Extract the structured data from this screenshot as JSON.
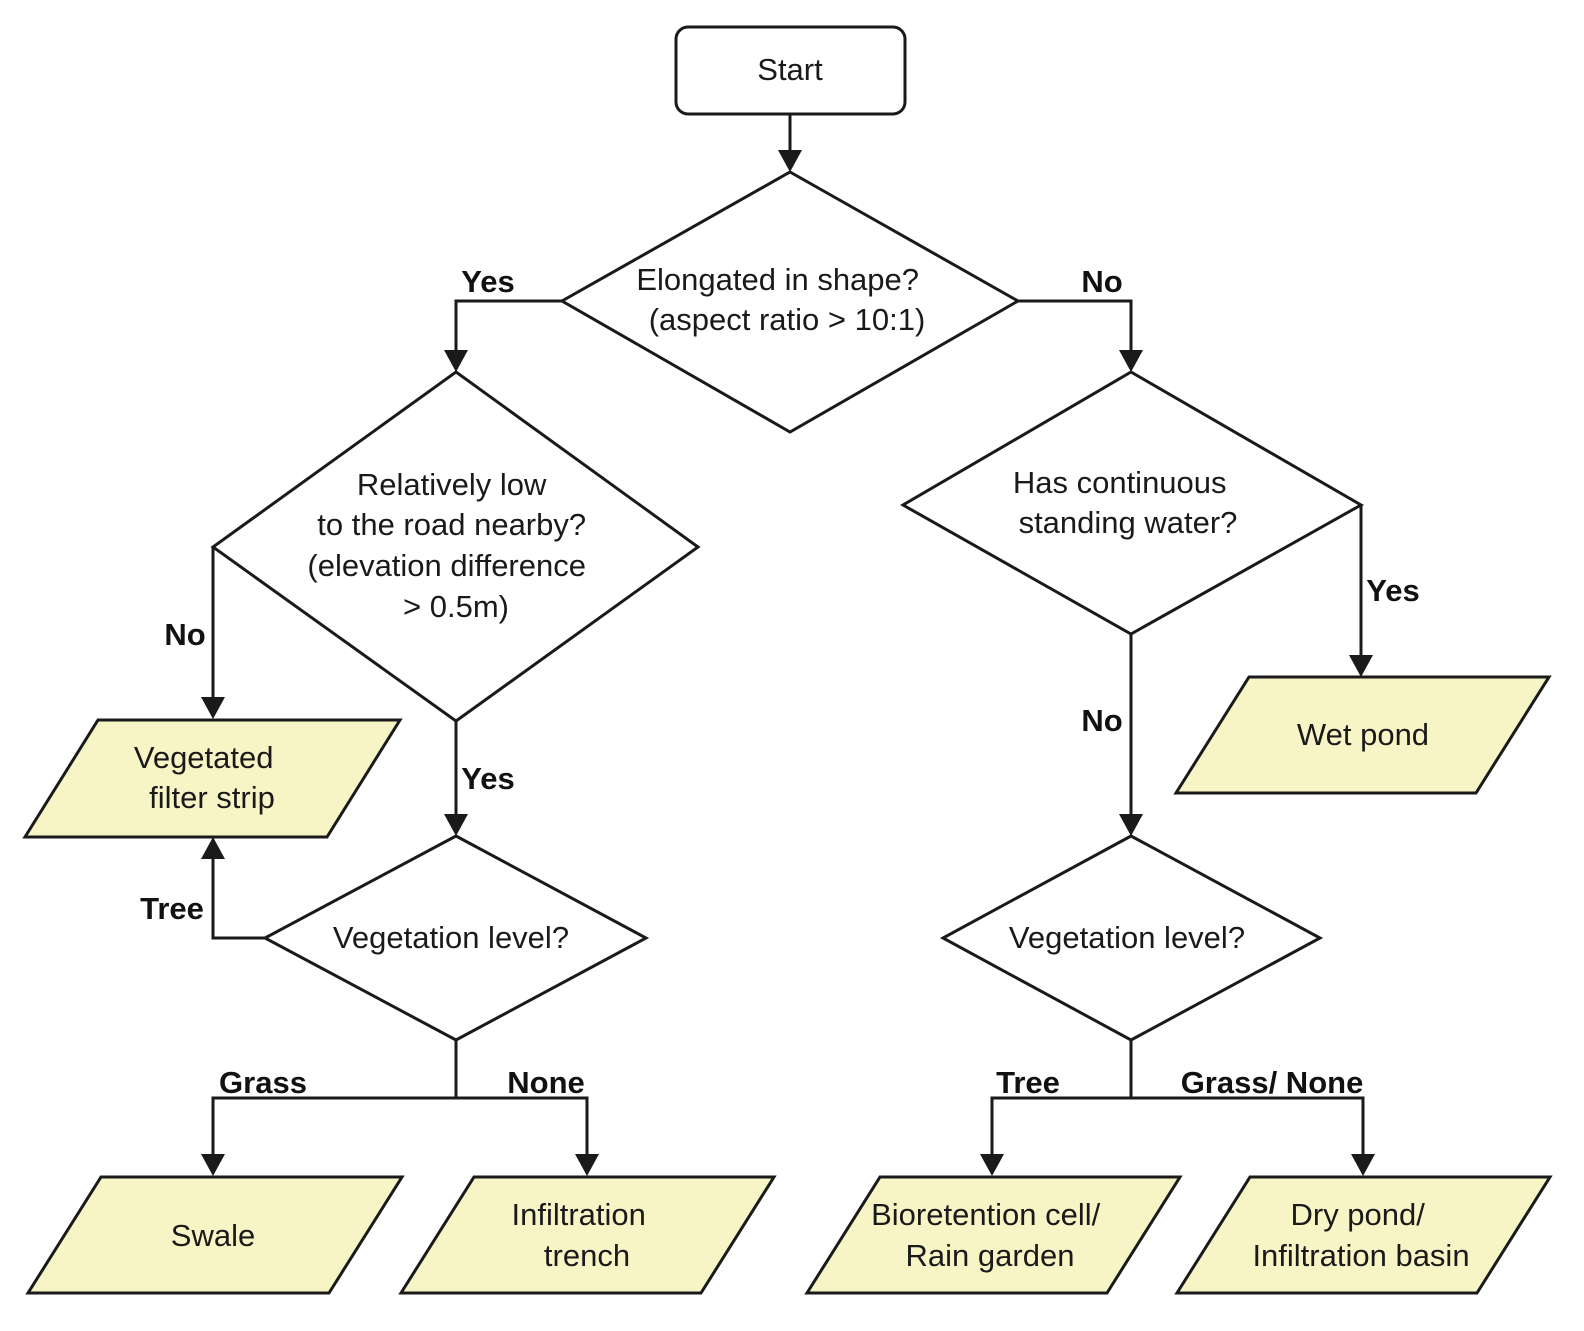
{
  "nodes": {
    "start": [
      "Start"
    ],
    "q_elongated": [
      "Elongated in shape?",
      "(aspect ratio > 10:1)"
    ],
    "q_low": [
      "Relatively low",
      "to the road nearby?",
      "(elevation difference",
      "> 0.5m)"
    ],
    "q_water": [
      "Has continuous",
      "standing water?"
    ],
    "q_veg_left": [
      "Vegetation level?"
    ],
    "q_veg_right": [
      "Vegetation level?"
    ],
    "r_filter_strip": [
      "Vegetated",
      "filter strip"
    ],
    "r_wet_pond": [
      "Wet pond"
    ],
    "r_swale": [
      "Swale"
    ],
    "r_infiltration_trench": [
      "Infiltration",
      "trench"
    ],
    "r_bioretention": [
      "Bioretention cell/",
      "Rain garden"
    ],
    "r_dry_pond": [
      "Dry pond/",
      "Infiltration basin"
    ]
  },
  "edges": {
    "elongated_yes": "Yes",
    "elongated_no": "No",
    "low_no": "No",
    "low_yes": "Yes",
    "water_yes": "Yes",
    "water_no": "No",
    "veg_left_tree": "Tree",
    "veg_left_grass": "Grass",
    "veg_left_none": "None",
    "veg_right_tree": "Tree",
    "veg_right_grass_none": "Grass/ None"
  },
  "colors": {
    "result_fill": "#f7f5c5",
    "stroke": "#1a1a1a"
  }
}
